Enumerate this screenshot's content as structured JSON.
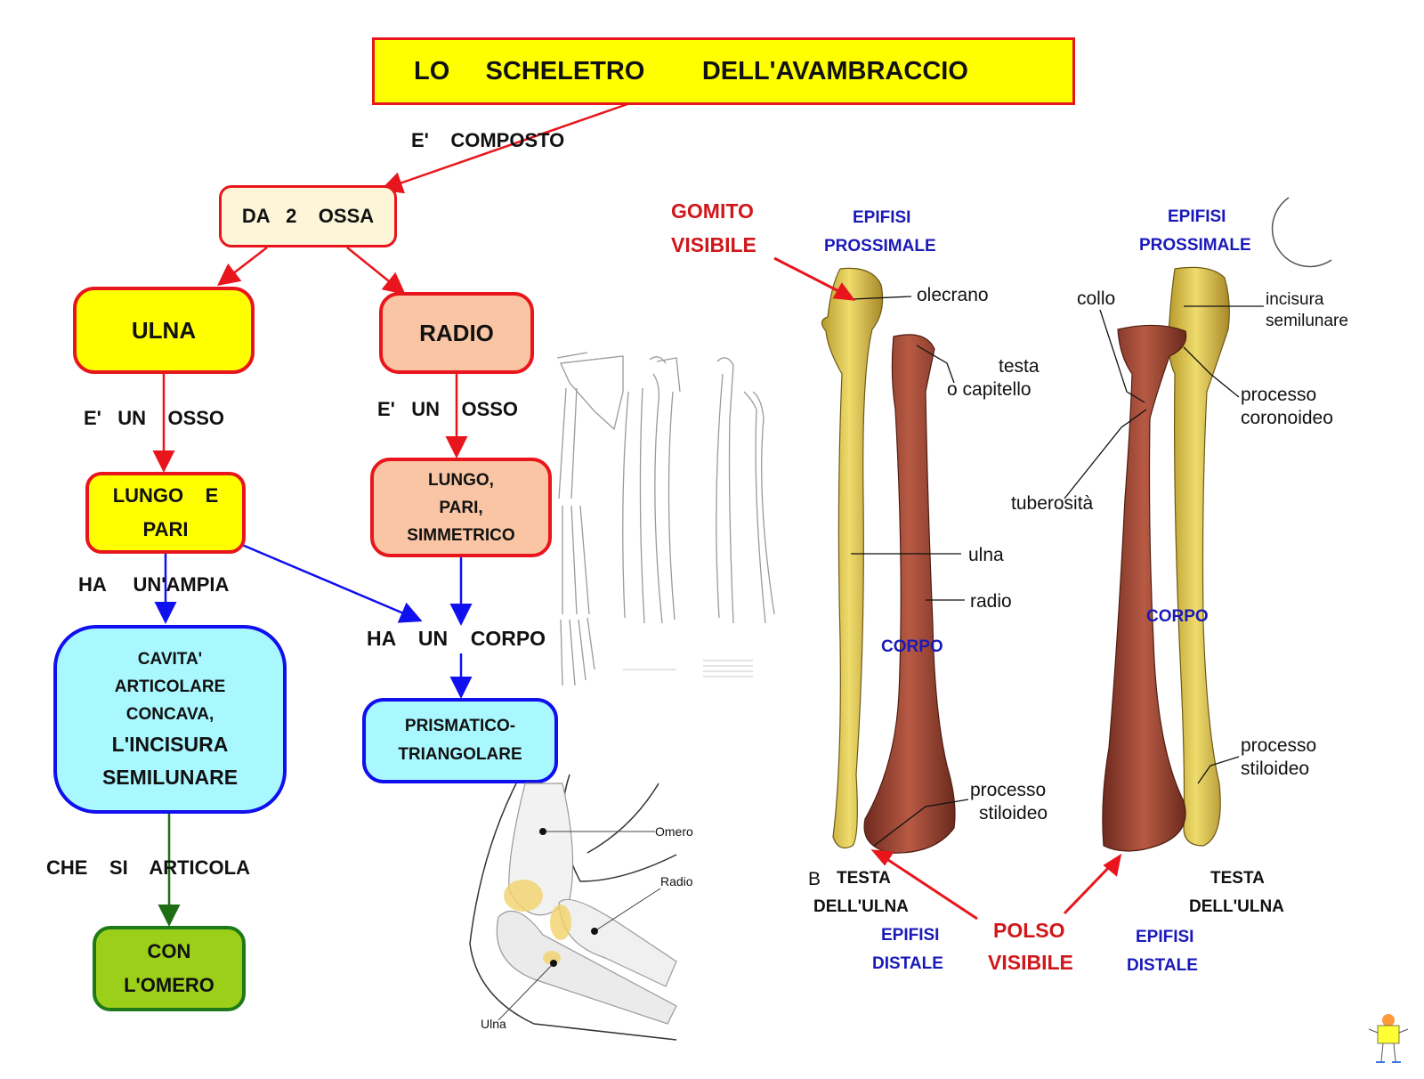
{
  "title": "LO     SCHELETRO        DELL'AVAMBRACCIO",
  "concept_map": {
    "composed_label": "E'    COMPOSTO",
    "two_bones": "DA   2    OSSA",
    "ulna": "ULNA",
    "radio": "RADIO",
    "ulna_is_bone_label": "E'   UN    OSSO",
    "radio_is_bone_label": "E'   UN    OSSO",
    "ulna_type_line1": "LUNGO    E",
    "ulna_type_line2": "PARI",
    "radio_type_line1": "LUNGO,",
    "radio_type_line2": "PARI,",
    "radio_type_line3": "SIMMETRICO",
    "has_wide_label": "HA     UN'AMPIA",
    "has_body_label": "HA    UN    CORPO",
    "cavity_line1": "CAVITA'",
    "cavity_line2": "ARTICOLARE",
    "cavity_line3": "CONCAVA,",
    "cavity_line4": "L'INCISURA",
    "cavity_line5": "SEMILUNARE",
    "prism_line1": "PRISMATICO-",
    "prism_line2": "TRIANGOLARE",
    "articulates_label": "CHE    SI    ARTICOLA",
    "humerus_line1": "CON",
    "humerus_line2": "L'OMERO"
  },
  "elbow_figure": {
    "omero": "Omero",
    "radio": "Radio",
    "ulna": "Ulna"
  },
  "anatomy_figure": {
    "gomito_line1": "GOMITO",
    "gomito_line2": "VISIBILE",
    "polso_line1": "POLSO",
    "polso_line2": "VISIBILE",
    "left_epifisi_prox_1": "EPIFISI",
    "left_epifisi_prox_2": "PROSSIMALE",
    "right_epifisi_prox_1": "EPIFISI",
    "right_epifisi_prox_2": "PROSSIMALE",
    "olecrano": "olecrano",
    "testa_1": "testa",
    "testa_2": "o capitello",
    "ulna": "ulna",
    "radio": "radio",
    "corpo_left": "CORPO",
    "corpo_right": "CORPO",
    "processo_stiloideo_left_1": "processo",
    "processo_stiloideo_left_2": "stiloideo",
    "collo": "collo",
    "incisura_1": "incisura",
    "incisura_2": "semilunare",
    "coronoideo_1": "processo",
    "coronoideo_2": "coronoideo",
    "tuberosita": "tuberosità",
    "processo_stiloideo_right_1": "processo",
    "processo_stiloideo_right_2": "stiloideo",
    "b_letter": "B",
    "testa_ulna_left_1": "TESTA",
    "testa_ulna_left_2": "DELL'ULNA",
    "testa_ulna_right_1": "TESTA",
    "testa_ulna_right_2": "DELL'ULNA",
    "epifisi_dist_left_1": "EPIFISI",
    "epifisi_dist_left_2": "DISTALE",
    "epifisi_dist_right_1": "EPIFISI",
    "epifisi_dist_right_2": "DISTALE"
  },
  "colors": {
    "yellow_fill": "#ffff00",
    "red_border": "#e8161c",
    "cream_fill": "#fdf5d8",
    "salmon_fill": "#f9c5a4",
    "cyan_fill": "#aaf8ff",
    "blue_border": "#1010ee",
    "green_fill": "#9ccf1a",
    "green_border": "#1e7a18",
    "red_arrow": "#e8161c",
    "blue_arrow": "#1010ee",
    "green_arrow": "#1e6e14",
    "bone_yellow": "#dcc24a",
    "bone_red": "#8e3a2a"
  }
}
